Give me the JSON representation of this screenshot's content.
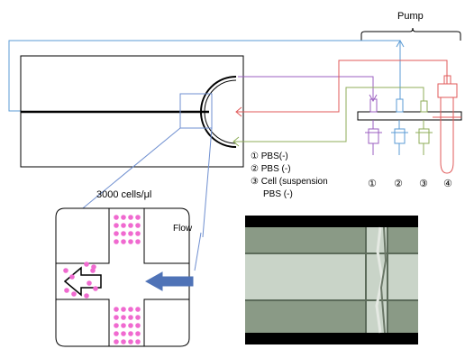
{
  "labels": {
    "pump": "Pump",
    "concentration": "3000 cells/μl",
    "flow": "Flow"
  },
  "legend": [
    {
      "mark": "①",
      "text": "PBS(-)"
    },
    {
      "mark": "②",
      "text": "PBS (-)"
    },
    {
      "mark": "③",
      "text": "Cell (suspension"
    },
    {
      "mark": "",
      "text": "PBS (-)"
    }
  ],
  "ports": [
    "①",
    "②",
    "③",
    "④"
  ],
  "colors": {
    "line1": "#9b5fc0",
    "line2": "#5b9bd5",
    "line3": "#8fad5a",
    "line4": "#e05a5a",
    "cells": "#f06ad0",
    "arrow": "#4f73b7",
    "outline": "#6f8fd0"
  },
  "photo": {
    "description": "microscope-image"
  }
}
